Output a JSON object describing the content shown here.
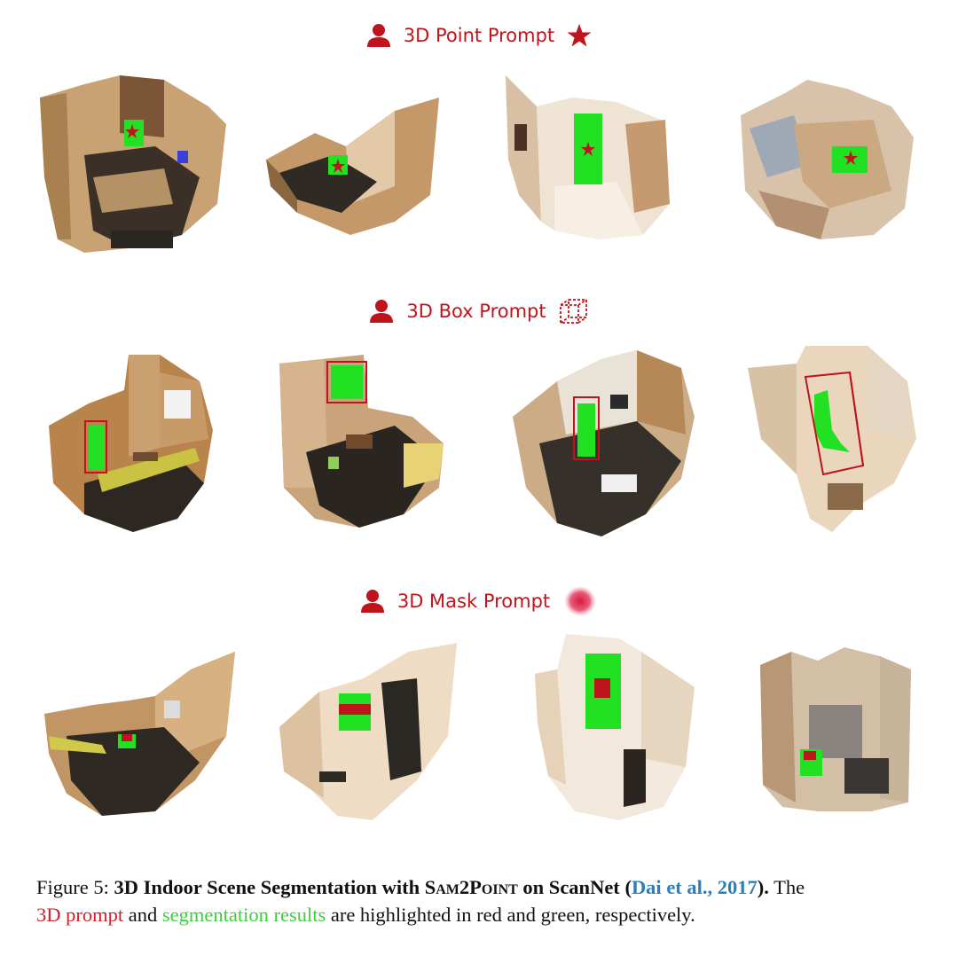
{
  "rows": [
    {
      "label": "3D Point Prompt",
      "user_icon": "user-icon",
      "prompt_icon": "star-icon"
    },
    {
      "label": "3D Box Prompt",
      "user_icon": "user-icon",
      "prompt_icon": "3d-box-icon"
    },
    {
      "label": "3D Mask Prompt",
      "user_icon": "user-icon",
      "prompt_icon": "mask-blob-icon"
    }
  ],
  "colors": {
    "prompt": "#c0141c",
    "segmentation": "#22e022",
    "citation": "#2d7fb8"
  },
  "caption": {
    "figure_label": "Figure 5:",
    "title_part1": "3D Indoor Scene Segmentation with",
    "method_name": "Sam2Point",
    "title_part2": "on ScanNet",
    "cite_authors": "Dai et al.",
    "cite_year": "2017",
    "end_bold": ").",
    "text_after_title": "The",
    "prompt_text": "3D prompt",
    "and_text": "and",
    "seg_text": "segmentation results",
    "rest_text": "are highlighted in red and green, respectively."
  }
}
